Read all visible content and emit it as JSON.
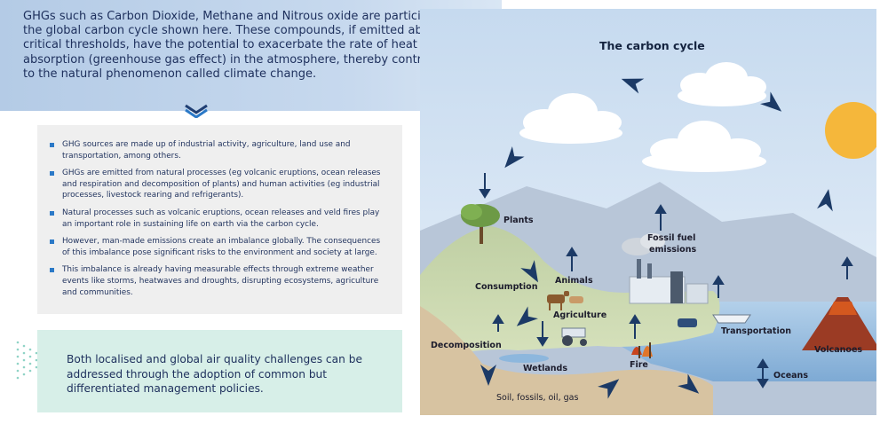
{
  "intro": {
    "text": "GHGs such as Carbon Dioxide, Methane and Nitrous oxide are participants in the global carbon cycle shown here. These compounds, if emitted above critical thresholds, have the potential to exacerbate the rate of heat absorption (greenhouse gas effect) in the atmosphere, thereby contributing to the natural phenomenon called climate change."
  },
  "bullets": [
    "GHG sources are made up of industrial activity, agriculture, land use and transportation, among others.",
    "GHGs are emitted from natural processes (eg volcanic eruptions, ocean releases and respiration and decomposition of plants) and human activities (eg industrial processes, livestock rearing and refrigerants).",
    "Natural processes such as volcanic eruptions, ocean releases and veld fires play an important role in sustaining life on earth via the carbon cycle.",
    "However, man-made emissions create an imbalance globally. The consequences of this imbalance pose significant risks to the environment and society at large.",
    "This imbalance is already having measurable effects through extreme weather events like storms, heatwaves and droughts, disrupting ecosystems, agriculture and communities."
  ],
  "callout": {
    "text": "Both localised and global air quality challenges can be addressed through the adoption of common but differentiated management policies."
  },
  "diagram": {
    "title": "The carbon cycle",
    "labels": {
      "plants": "Plants",
      "fossil_fuel_1": "Fossil fuel",
      "fossil_fuel_2": "emissions",
      "animals": "Animals",
      "consumption": "Consumption",
      "agriculture": "Agriculture",
      "transportation": "Transportation",
      "decomposition": "Decomposition",
      "wetlands": "Wetlands",
      "fire": "Fire",
      "volcanoes": "Volcanoes",
      "oceans": "Oceans",
      "soil": "Soil, fossils, oil, gas"
    }
  },
  "colors": {
    "navy": "#1d2f5c",
    "arrow": "#1c3a66",
    "bullet": "#2b79c7",
    "sun": "#f5b73b",
    "sky": "#dbe8f5",
    "ocean": "#9cc0e0"
  }
}
